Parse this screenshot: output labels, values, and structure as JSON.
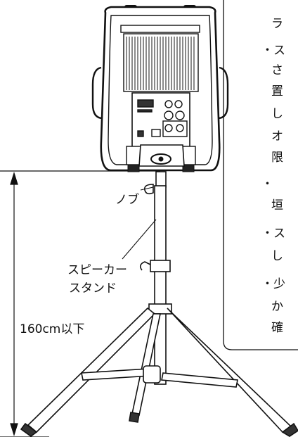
{
  "labels": {
    "knob": "ノブ",
    "stand_line1": "スピーカー",
    "stand_line2": "スタンド",
    "height_limit": "160cm以下"
  },
  "notes": {
    "fragments": [
      "ラ",
      "・ス",
      "さ",
      "置",
      "し",
      "オ",
      "限",
      "・",
      "垣",
      "・ス",
      "し",
      "・少",
      "か",
      "確"
    ]
  },
  "colors": {
    "ink": "#111111",
    "speaker_fill": "#ffffff",
    "grille": "#2a2a2a"
  }
}
